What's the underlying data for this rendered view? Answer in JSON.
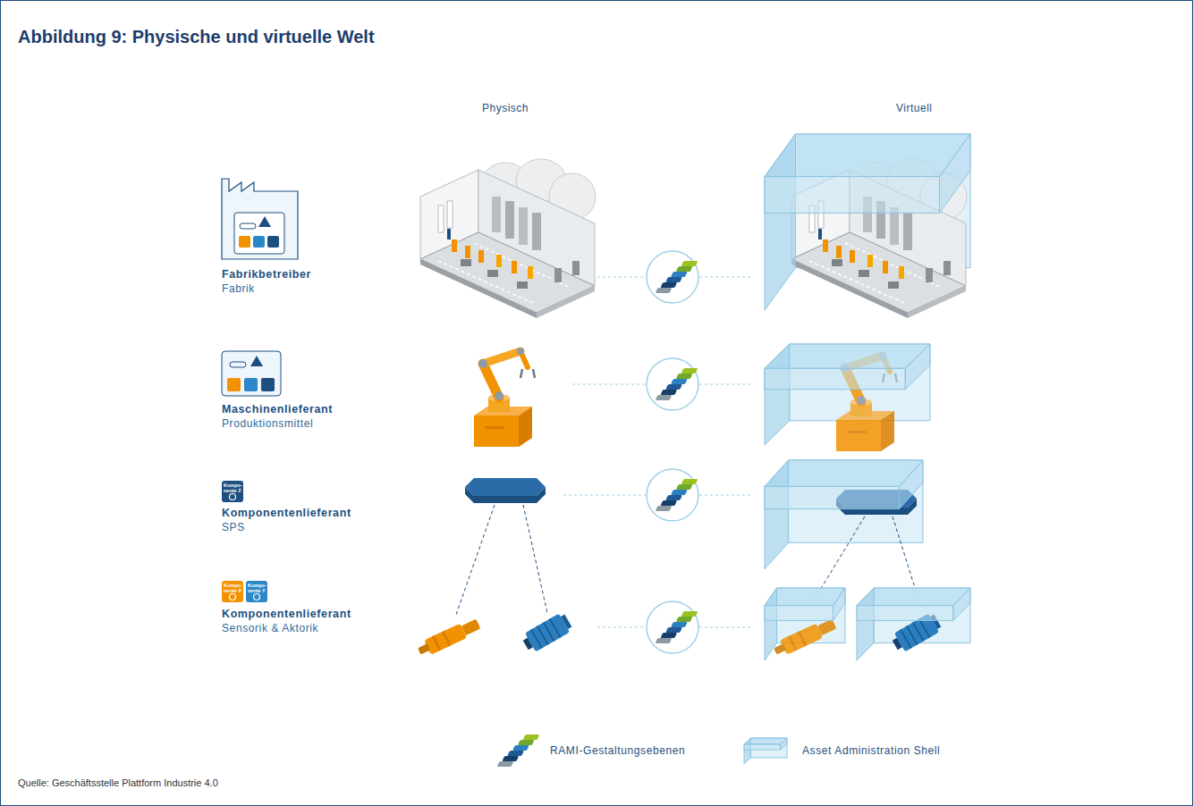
{
  "diagram": {
    "title": "Abbildung 9: Physische und virtuelle Welt",
    "caption": "Quelle: Geschäftsstelle Plattform Industrie 4.0",
    "nodes": [
      {
        "text": [
          "Fabrikbetreiber",
          "Fabrik"
        ]
      },
      {
        "text": [
          "Maschinenlieferant",
          "Produktionsmittel"
        ]
      },
      {
        "text": [
          "Komponentenlieferant",
          "SPS"
        ]
      },
      {
        "text": [
          "Komponentenlieferant",
          "Sensorik & Aktorik"
        ]
      }
    ],
    "labels": [
      "Physisch",
      "Virtuell",
      "Kompo- nente Z",
      "Kompo- nente X",
      "Kompo- nente Y"
    ],
    "legend": [
      {
        "text": "RAMI-Gestaltungsebenen"
      },
      {
        "text": "Asset Administration Shell"
      }
    ]
  }
}
